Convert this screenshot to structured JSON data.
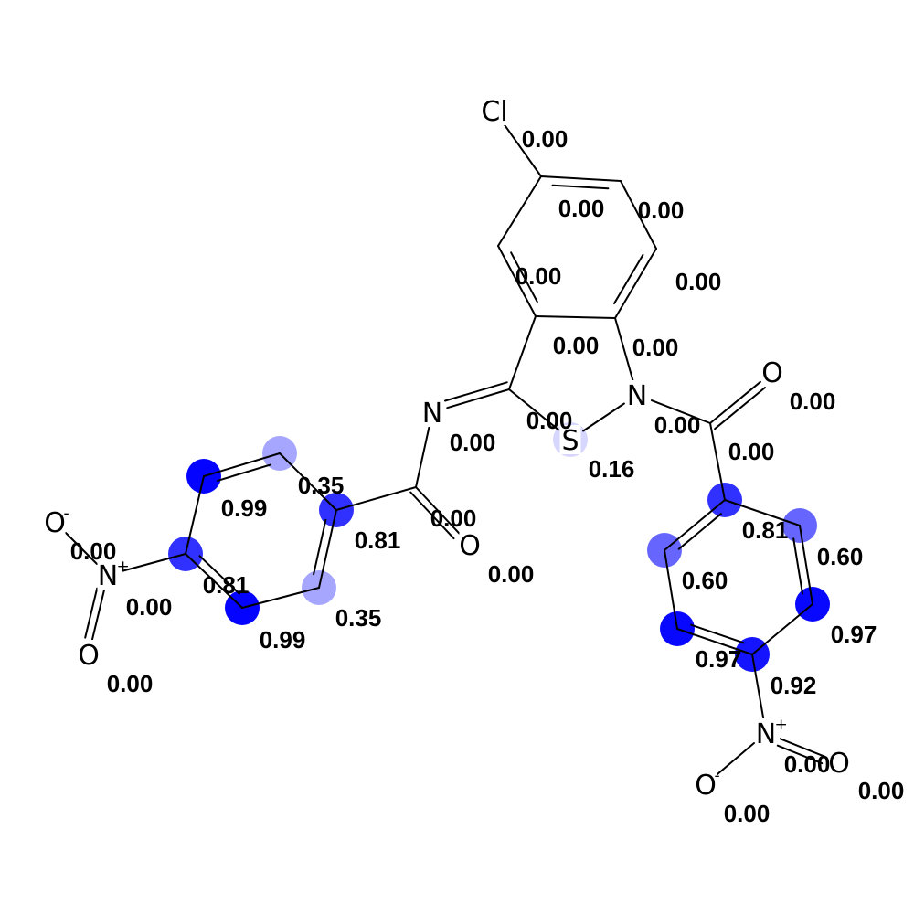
{
  "colors": {
    "highlight": "#0000ff",
    "bond": "#000000",
    "text": "#000000"
  },
  "atoms": [
    {
      "id": "cl",
      "element": "Cl",
      "charge": "",
      "score": "0.00"
    },
    {
      "id": "c1",
      "element": "",
      "charge": "",
      "score": "0.00",
      "weight": 0.0
    },
    {
      "id": "c2",
      "element": "",
      "charge": "",
      "score": "0.00",
      "weight": 0.0
    },
    {
      "id": "c3",
      "element": "",
      "charge": "",
      "score": "0.00",
      "weight": 0.0
    },
    {
      "id": "c4",
      "element": "",
      "charge": "",
      "score": "0.00",
      "weight": 0.0
    },
    {
      "id": "c5",
      "element": "",
      "charge": "",
      "score": "0.00",
      "weight": 0.0
    },
    {
      "id": "c6",
      "element": "",
      "charge": "",
      "score": "0.00",
      "weight": 0.0
    },
    {
      "id": "n1",
      "element": "N",
      "charge": "",
      "score": "0.00"
    },
    {
      "id": "s1",
      "element": "S",
      "charge": "",
      "score": "0.16",
      "weight": 0.16
    },
    {
      "id": "c7",
      "element": "",
      "charge": "",
      "score": "0.00",
      "weight": 0.0
    },
    {
      "id": "n2",
      "element": "N",
      "charge": "",
      "score": "0.00"
    },
    {
      "id": "c8",
      "element": "",
      "charge": "",
      "score": "0.00",
      "weight": 0.0
    },
    {
      "id": "o1",
      "element": "O",
      "charge": "",
      "score": "0.00"
    },
    {
      "id": "c9",
      "element": "",
      "charge": "",
      "score": "0.81",
      "weight": 0.81
    },
    {
      "id": "c10",
      "element": "",
      "charge": "",
      "score": "0.35",
      "weight": 0.35
    },
    {
      "id": "c11",
      "element": "",
      "charge": "",
      "score": "0.99",
      "weight": 0.99
    },
    {
      "id": "c12",
      "element": "",
      "charge": "",
      "score": "0.81",
      "weight": 0.81
    },
    {
      "id": "c13",
      "element": "",
      "charge": "",
      "score": "0.99",
      "weight": 0.99
    },
    {
      "id": "c14",
      "element": "",
      "charge": "",
      "score": "0.35",
      "weight": 0.35
    },
    {
      "id": "n3",
      "element": "N",
      "charge": "+",
      "score": "0.00"
    },
    {
      "id": "o2",
      "element": "O",
      "charge": "-",
      "score": "0.00"
    },
    {
      "id": "o3",
      "element": "O",
      "charge": "",
      "score": "0.00"
    },
    {
      "id": "c15",
      "element": "",
      "charge": "",
      "score": "0.00",
      "weight": 0.0
    },
    {
      "id": "o4",
      "element": "O",
      "charge": "",
      "score": "0.00"
    },
    {
      "id": "c16",
      "element": "",
      "charge": "",
      "score": "0.81",
      "weight": 0.81
    },
    {
      "id": "c17",
      "element": "",
      "charge": "",
      "score": "0.60",
      "weight": 0.6
    },
    {
      "id": "c18",
      "element": "",
      "charge": "",
      "score": "0.97",
      "weight": 0.97
    },
    {
      "id": "c19",
      "element": "",
      "charge": "",
      "score": "0.92",
      "weight": 0.92
    },
    {
      "id": "c20",
      "element": "",
      "charge": "",
      "score": "0.97",
      "weight": 0.97
    },
    {
      "id": "c21",
      "element": "",
      "charge": "",
      "score": "0.60",
      "weight": 0.6
    },
    {
      "id": "n4",
      "element": "N",
      "charge": "+",
      "score": "0.00"
    },
    {
      "id": "o5",
      "element": "O",
      "charge": "",
      "score": "0.00"
    },
    {
      "id": "o6",
      "element": "O",
      "charge": "-",
      "score": "0.00"
    }
  ],
  "bonds": [
    [
      "cl",
      "c1",
      1
    ],
    [
      "c1",
      "c2",
      2
    ],
    [
      "c2",
      "c3",
      1
    ],
    [
      "c3",
      "c4",
      2
    ],
    [
      "c4",
      "c5",
      1
    ],
    [
      "c5",
      "c6",
      2
    ],
    [
      "c6",
      "c1",
      1
    ],
    [
      "c4",
      "n1",
      1
    ],
    [
      "n1",
      "s1",
      1
    ],
    [
      "s1",
      "c7",
      1
    ],
    [
      "c7",
      "c5",
      1
    ],
    [
      "c7",
      "n2",
      2
    ],
    [
      "n2",
      "c8",
      1
    ],
    [
      "c8",
      "o1",
      2
    ],
    [
      "c8",
      "c9",
      1
    ],
    [
      "c9",
      "c10",
      1
    ],
    [
      "c10",
      "c11",
      2
    ],
    [
      "c11",
      "c12",
      1
    ],
    [
      "c12",
      "c13",
      2
    ],
    [
      "c13",
      "c14",
      1
    ],
    [
      "c14",
      "c9",
      2
    ],
    [
      "c12",
      "n3",
      1
    ],
    [
      "n3",
      "o2",
      1
    ],
    [
      "n3",
      "o3",
      2
    ],
    [
      "n1",
      "c15",
      1
    ],
    [
      "c15",
      "o4",
      2
    ],
    [
      "c15",
      "c16",
      1
    ],
    [
      "c16",
      "c17",
      2
    ],
    [
      "c17",
      "c18",
      1
    ],
    [
      "c18",
      "c19",
      2
    ],
    [
      "c19",
      "c20",
      1
    ],
    [
      "c20",
      "c21",
      2
    ],
    [
      "c21",
      "c16",
      1
    ],
    [
      "c19",
      "n4",
      1
    ],
    [
      "n4",
      "o5",
      2
    ],
    [
      "n4",
      "o6",
      1
    ]
  ]
}
